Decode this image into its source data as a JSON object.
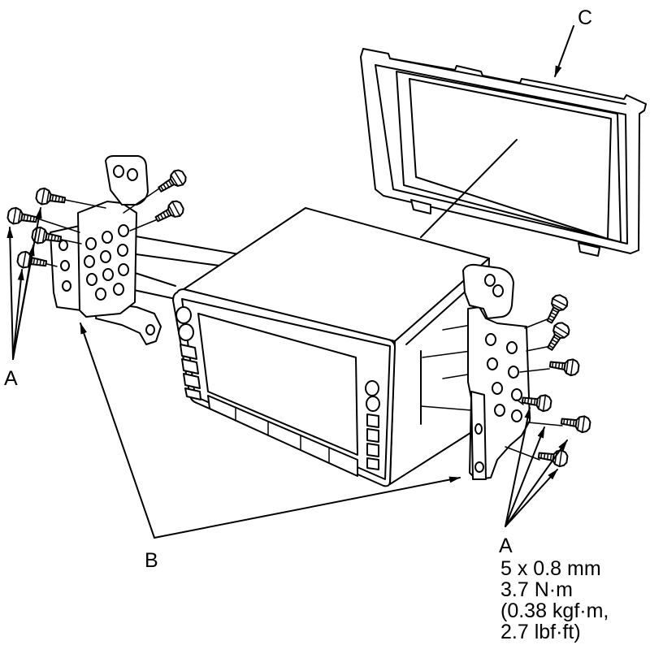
{
  "callouts": {
    "bezel": "C",
    "bolts_left": "A",
    "brackets": "B",
    "bolts_right": "A"
  },
  "bolt_spec": {
    "size": "5 x 0.8 mm",
    "torque_nm": "3.7 N·m",
    "torque_kgf": "(0.38 kgf·m,",
    "torque_lbf": "2.7 lbf·ft)"
  }
}
